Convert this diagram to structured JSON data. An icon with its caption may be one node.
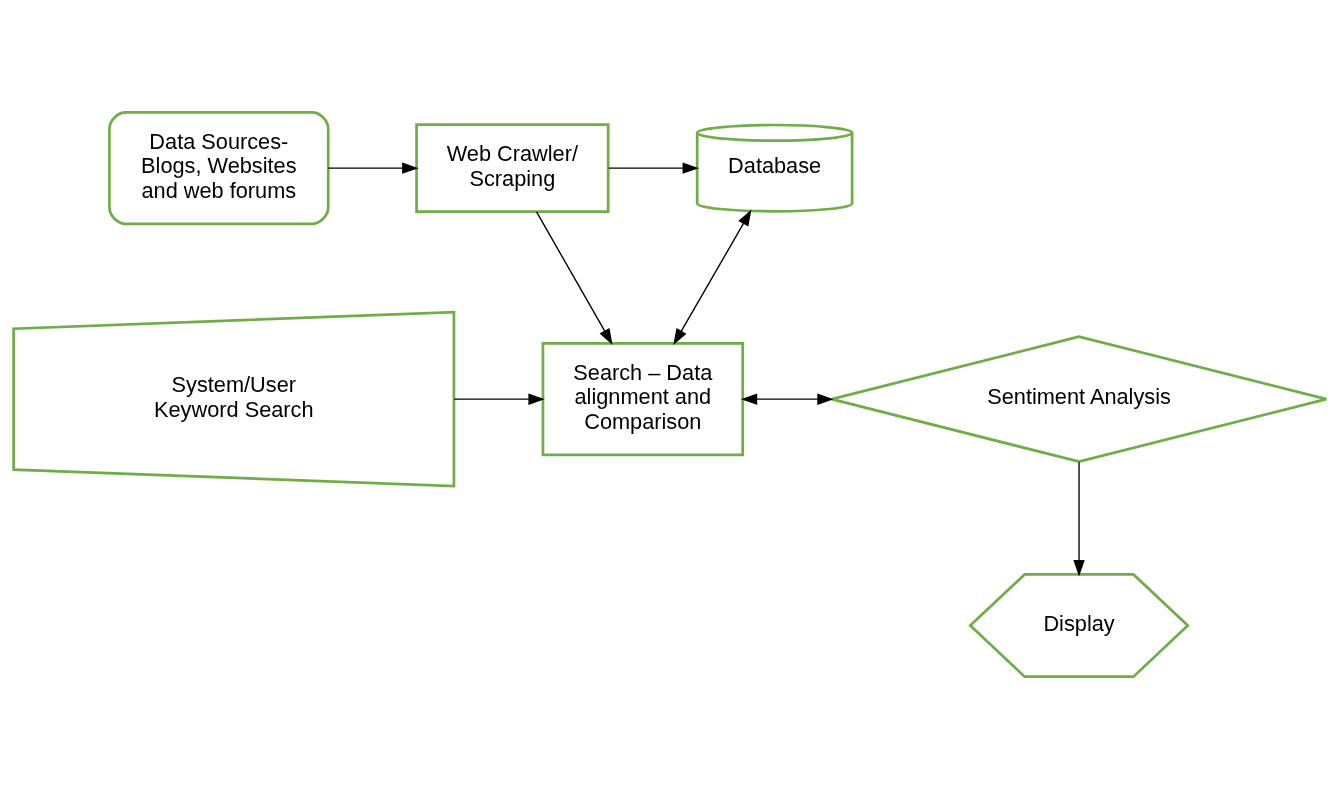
{
  "diagram": {
    "nodes": [
      {
        "text": [
          "Data Sources- Blogs, Websites and web forums"
        ]
      },
      {
        "text": [
          "Web Crawler/ Scraping"
        ]
      },
      {
        "text": [
          "Database"
        ]
      },
      {
        "text": [
          "System/User Keyword Search"
        ]
      },
      {
        "text": [
          "Search – Data alignment and Comparison"
        ]
      },
      {
        "text": [
          "Sentiment Analysis"
        ]
      },
      {
        "text": [
          "Display"
        ]
      }
    ],
    "edges": [
      {
        "from": 0,
        "to": 1,
        "arrow": "to"
      },
      {
        "from": 1,
        "to": 2,
        "arrow": "to"
      },
      {
        "from": 1,
        "to": 4,
        "arrow": "to"
      },
      {
        "from": 2,
        "to": 4,
        "arrow": "both"
      },
      {
        "from": 3,
        "to": 4,
        "arrow": "to"
      },
      {
        "from": 4,
        "to": 5,
        "arrow": "both"
      },
      {
        "from": 5,
        "to": 6,
        "arrow": "to"
      }
    ]
  }
}
